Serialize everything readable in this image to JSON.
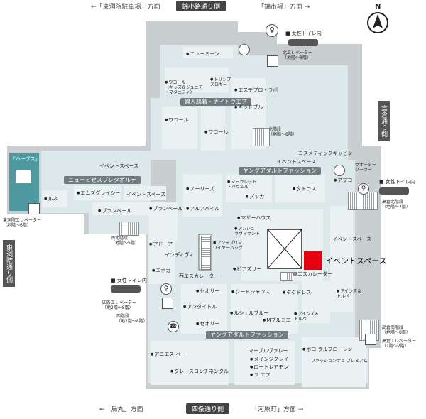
{
  "directions": {
    "top_left": {
      "prefix": "←「",
      "name": "東洞院駐車場",
      "suffix": "」方面"
    },
    "top_center": "錦小路通り側",
    "top_right": {
      "prefix": "「",
      "name": "錦市場",
      "suffix": "」方面 →"
    },
    "bottom_left": {
      "prefix": "←「",
      "name": "烏丸",
      "suffix": "」方面"
    },
    "bottom_center": "四条通り側",
    "bottom_right": {
      "prefix": "「",
      "name": "河原町",
      "suffix": "」方面 →"
    },
    "left_side": "東洞院通り側",
    "right_side": "高倉通り側",
    "compass": "N"
  },
  "corridors": {
    "north": "婦人肌着・ナイトウエア",
    "west": "ニューミセスプレタポルテ",
    "east": "ヤングアダルトファッション",
    "south": "ヤングアダルトファッション"
  },
  "shops": [
    {
      "id": "newme",
      "text": "ニューミーン"
    },
    {
      "id": "wacoal1",
      "text": "ワコール\n（キッズ＆ジュニア\n・マタニティ）"
    },
    {
      "id": "triumph",
      "text": "トリンプ\nスロギー"
    },
    {
      "id": "esteplolab",
      "text": "エステプロ・ラボ"
    },
    {
      "id": "kidblue",
      "text": "キッドブルー"
    },
    {
      "id": "wacoal2",
      "text": "ワコール"
    },
    {
      "id": "wacoal3",
      "text": "ワコール"
    },
    {
      "id": "event_nw",
      "text": "イベントスペース"
    },
    {
      "id": "event_w",
      "text": "イベントスペース"
    },
    {
      "id": "event_ne",
      "text": "イベントスペース"
    },
    {
      "id": "event_e",
      "text": "イベントスペース"
    },
    {
      "id": "cosme",
      "text": "コスメティックキャビン"
    },
    {
      "id": "luxe",
      "text": "ルネ"
    },
    {
      "id": "emsgracie",
      "text": "エムズグレイシー"
    },
    {
      "id": "blanbell1",
      "text": "ブランベール"
    },
    {
      "id": "blanbell2",
      "text": "ブランベール"
    },
    {
      "id": "noriz",
      "text": "ノーリーズ"
    },
    {
      "id": "margaret",
      "text": "マーガレット\n・ハウエル"
    },
    {
      "id": "zucca",
      "text": "ズッカ"
    },
    {
      "id": "tartaros",
      "text": "タトラス"
    },
    {
      "id": "apuco",
      "text": "アプコ"
    },
    {
      "id": "arpeggio",
      "text": "アルアバイル"
    },
    {
      "id": "mather",
      "text": "マザーハウス"
    },
    {
      "id": "anju",
      "text": "アンジュ\nラヴィサント"
    },
    {
      "id": "adore",
      "text": "アドーア"
    },
    {
      "id": "indivi",
      "text": "インディヴィ"
    },
    {
      "id": "antepri",
      "text": "アンテプリマ\nワイヤーバッグ"
    },
    {
      "id": "epoca",
      "text": "エポカ"
    },
    {
      "id": "piazzale",
      "text": "ピアズリー"
    },
    {
      "id": "seori1",
      "text": "セオリー"
    },
    {
      "id": "untitle",
      "text": "アンタイトル"
    },
    {
      "id": "seori2",
      "text": "セオリー"
    },
    {
      "id": "cote",
      "text": "クードシャンス"
    },
    {
      "id": "tagdress",
      "text": "タグドレス"
    },
    {
      "id": "lecile",
      "text": "ルシェルブルー"
    },
    {
      "id": "mplumie",
      "text": "Mプルミエ"
    },
    {
      "id": "ines1",
      "text": "アインズ＆\nトルペ"
    },
    {
      "id": "ines2",
      "text": "アインズ＆\nトルペ"
    },
    {
      "id": "agnes",
      "text": "アニエス ベー"
    },
    {
      "id": "greece",
      "text": "グレースコンチネンタル"
    },
    {
      "id": "marble",
      "text": "マーブルヴァレー"
    },
    {
      "id": "mainjgle",
      "text": "メインジグレイ"
    },
    {
      "id": "lautrea",
      "text": "ロートレアモン"
    },
    {
      "id": "laef",
      "text": "ラ エフ"
    },
    {
      "id": "polo",
      "text": "ポロ ラルフローレン"
    },
    {
      "id": "fashionnavi",
      "text": "ファッションナビ プレミアム"
    }
  ],
  "facilities": {
    "harbs": "「ハーブス」",
    "ws_escalator": "西エスカレーター",
    "es_escalator": "東エスカレーター",
    "elev_north": "北エレベーター\n（地階〜8階）",
    "elev_west": "東洞院エレベーター\n（地階〜6階）",
    "elev_east": "高倉エレベーター\n（1階〜7階）",
    "elev_ss": "四条エレベーター\n（地2階〜8階）",
    "stairs_north": "北階段\n（地階〜8階）",
    "stairs_west": "西北階段\n（地階〜5階）",
    "stairs_west2": "西階段\n（地2階〜8階）",
    "stairs_ne": "高倉北階段\n（地階〜7階）",
    "stairs_se": "高倉南階段\n（地階〜8階）",
    "toilet_n": "女性トイレ内",
    "toilet_w": "女性トイレ内",
    "toilet_e": "女性トイレ内",
    "water_cooler": "ウオーター\nクーラー"
  },
  "highlight": {
    "label": "イベントスペース",
    "color": "#e60012"
  },
  "colors": {
    "floor": "#dce8e9",
    "wall": "#c9ced0",
    "harbs": "#4f9aa0",
    "corridor": "#6f7b7e"
  }
}
